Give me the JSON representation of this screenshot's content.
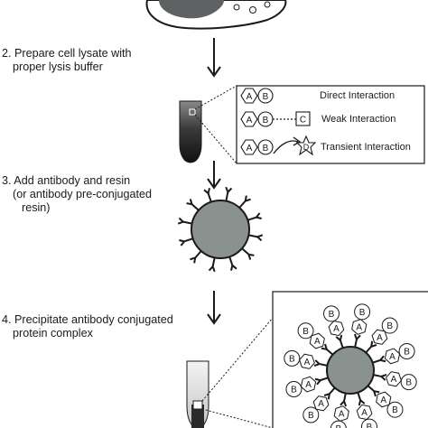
{
  "steps": [
    {
      "line1": "2. Prepare cell lysate with",
      "line2": "proper lysis buffer"
    },
    {
      "line1": "3. Add antibody and resin",
      "line2": "(or antibody pre-conjugated",
      "line3": "resin)"
    },
    {
      "line1": "4. Precipitate antibody conjugated",
      "line2": "protein complex"
    }
  ],
  "legend": {
    "direct": "Direct Interaction",
    "weak": "Weak Interaction",
    "transient": "Transient Interaction"
  },
  "proteins": {
    "a": "A",
    "b": "B",
    "c": "C",
    "d": "D"
  },
  "colors": {
    "ink": "#1a1a1a",
    "resin": "#8a9290",
    "cell_fill": "#5f6263",
    "tube_dark": "#3a3a3a",
    "tube_light": "#e2e2e2"
  }
}
